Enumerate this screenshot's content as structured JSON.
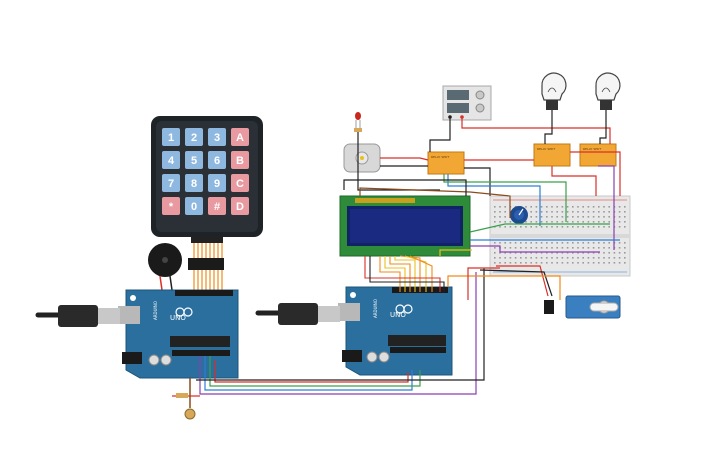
{
  "keypad": {
    "keys": [
      [
        "1",
        "2",
        "3",
        "A"
      ],
      [
        "4",
        "5",
        "6",
        "B"
      ],
      [
        "7",
        "8",
        "9",
        "C"
      ],
      [
        "*",
        "0",
        "#",
        "D"
      ]
    ],
    "number_key_color": "#8fb8e0",
    "letter_key_color": "#e89aa0",
    "body_color": "#1e2328"
  },
  "arduino_left": {
    "brand": "ARDUINO",
    "model": "UNO"
  },
  "arduino_right": {
    "brand": "ARDUINO",
    "model": "UNO"
  },
  "relays": [
    {
      "label": "RELAY SPDT"
    },
    {
      "label": "RELAY SPDT"
    },
    {
      "label": "RELAY SPDT"
    }
  ],
  "colors": {
    "board": "#2a6f9e",
    "board_edge": "#1d5579",
    "lcd_frame": "#2e8b3a",
    "lcd_screen": "#1a2a80",
    "relay": "#f2a735",
    "servo": "#3a7fc0",
    "breadboard": "#e8e8e8",
    "wire_red": "#d9302a",
    "wire_black": "#222222",
    "wire_green": "#3aa04a",
    "wire_blue": "#2d7fd6",
    "wire_purple": "#8a3fb0",
    "wire_orange": "#f08a1c",
    "wire_yellow": "#e8c020",
    "wire_brown": "#8a4a1c"
  },
  "components": [
    "keypad-4x4",
    "piezo-buzzer",
    "arduino-uno-left",
    "arduino-uno-right",
    "usb-cable-left",
    "usb-cable-right",
    "lcd-16x2",
    "dc-motor",
    "red-led",
    "power-supply",
    "light-bulb-1",
    "light-bulb-2",
    "relay-1",
    "relay-2",
    "relay-3",
    "breadboard",
    "potentiometer",
    "servo-motor",
    "photoresistor"
  ]
}
